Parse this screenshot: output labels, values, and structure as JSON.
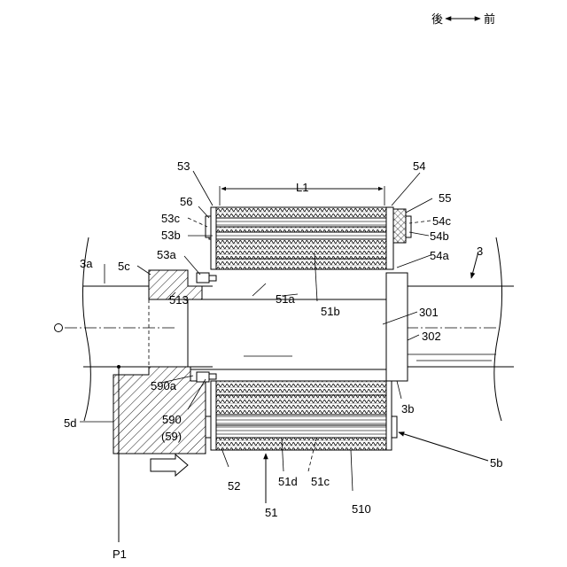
{
  "direction_indicator": {
    "rear": "後",
    "front": "前"
  },
  "labels": {
    "l53": "53",
    "l54": "54",
    "l55": "55",
    "l56": "56",
    "l53c": "53c",
    "l54c": "54c",
    "l53b": "53b",
    "l54b": "54b",
    "l53a": "53a",
    "l54a": "54a",
    "l3": "3",
    "l3a": "3a",
    "l5c": "5c",
    "l513": "513",
    "l51a": "51a",
    "l51b": "51b",
    "l301": "301",
    "l302": "302",
    "lO": "O",
    "l590a": "590a",
    "l3b": "3b",
    "l590": "590",
    "l59": "(59)",
    "l5d": "5d",
    "l5b": "5b",
    "l52": "52",
    "l51d": "51d",
    "l51c": "51c",
    "l510": "510",
    "l51": "51",
    "lP1": "P1",
    "lL1": "L1"
  }
}
